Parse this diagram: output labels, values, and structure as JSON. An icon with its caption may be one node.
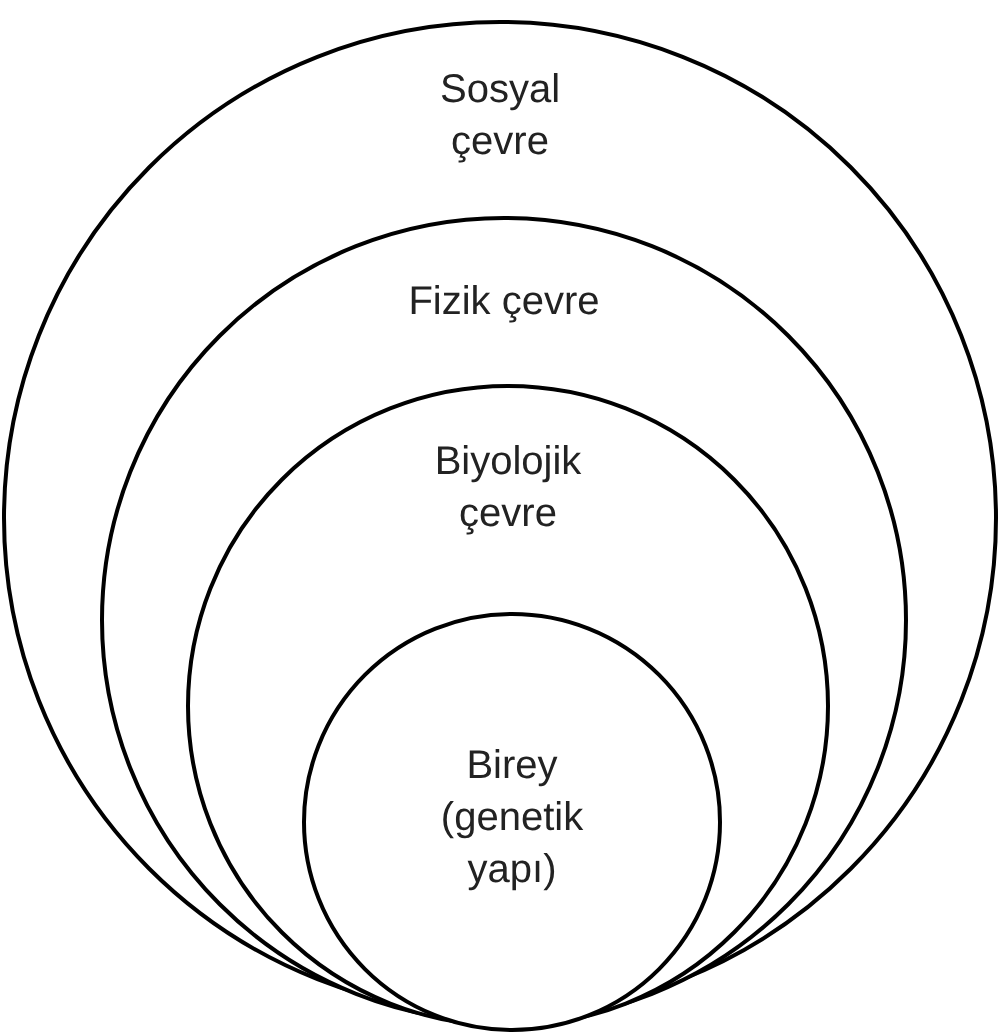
{
  "diagram": {
    "nodes": [
      {
        "text": [
          "Sosyal çevre"
        ]
      },
      {
        "text": [
          "Fizik çevre"
        ],
        "in": 0
      },
      {
        "text": [
          "Biyolojik çevre"
        ],
        "in": 1
      },
      {
        "text": [
          "Birey (genetik yapı)"
        ],
        "in": 2
      }
    ]
  }
}
